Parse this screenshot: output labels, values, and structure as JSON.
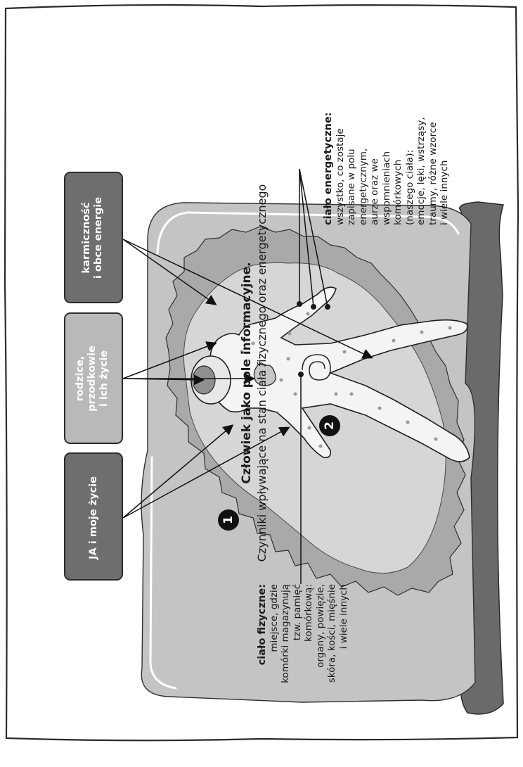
{
  "title": "Człowiek jako pole informacyjne.",
  "subtitle": "Czynniki wpływające na stan ciała fizycznego oraz energetycznego",
  "boxes": [
    {
      "id": "ja",
      "lines": [
        "JA i moje życie"
      ]
    },
    {
      "id": "rodzice",
      "lines": [
        "rodzice,",
        "przodkowie",
        "i ich życie"
      ]
    },
    {
      "id": "karmicznosc",
      "lines": [
        "karmiczność",
        "i obce energie"
      ]
    }
  ],
  "notes": {
    "cialo_fizyczne": {
      "heading": "ciało fizyczne:",
      "lines": [
        "miejsce, gdzie",
        "komórki magazynują",
        "tzw. pamięć",
        "komórkową:",
        "organy, powięzie,",
        "skóra, kości, mięśnie",
        "i wiele innych"
      ]
    },
    "cialo_energetyczne": {
      "heading": "ciało energetyczne:",
      "lines": [
        "wszystko, co zostaje",
        "zapisane w polu",
        "energetycznym,",
        "aurze oraz we",
        "wspomnieniach",
        "komórkowych",
        "(naszego ciała):",
        "emocje, lęki, wstrząsy,",
        "traumy, różne wzorce",
        "i wiele innych"
      ]
    }
  },
  "markers": [
    "1",
    "2"
  ],
  "colors": {
    "dark_box": "#6e6e6e",
    "light_box": "#b9b9b9",
    "aura_outer": "#c4c4c4",
    "aura_inner": "#a9a9a9",
    "body": "#f4f4f4",
    "ground": "#6a6a6a"
  }
}
